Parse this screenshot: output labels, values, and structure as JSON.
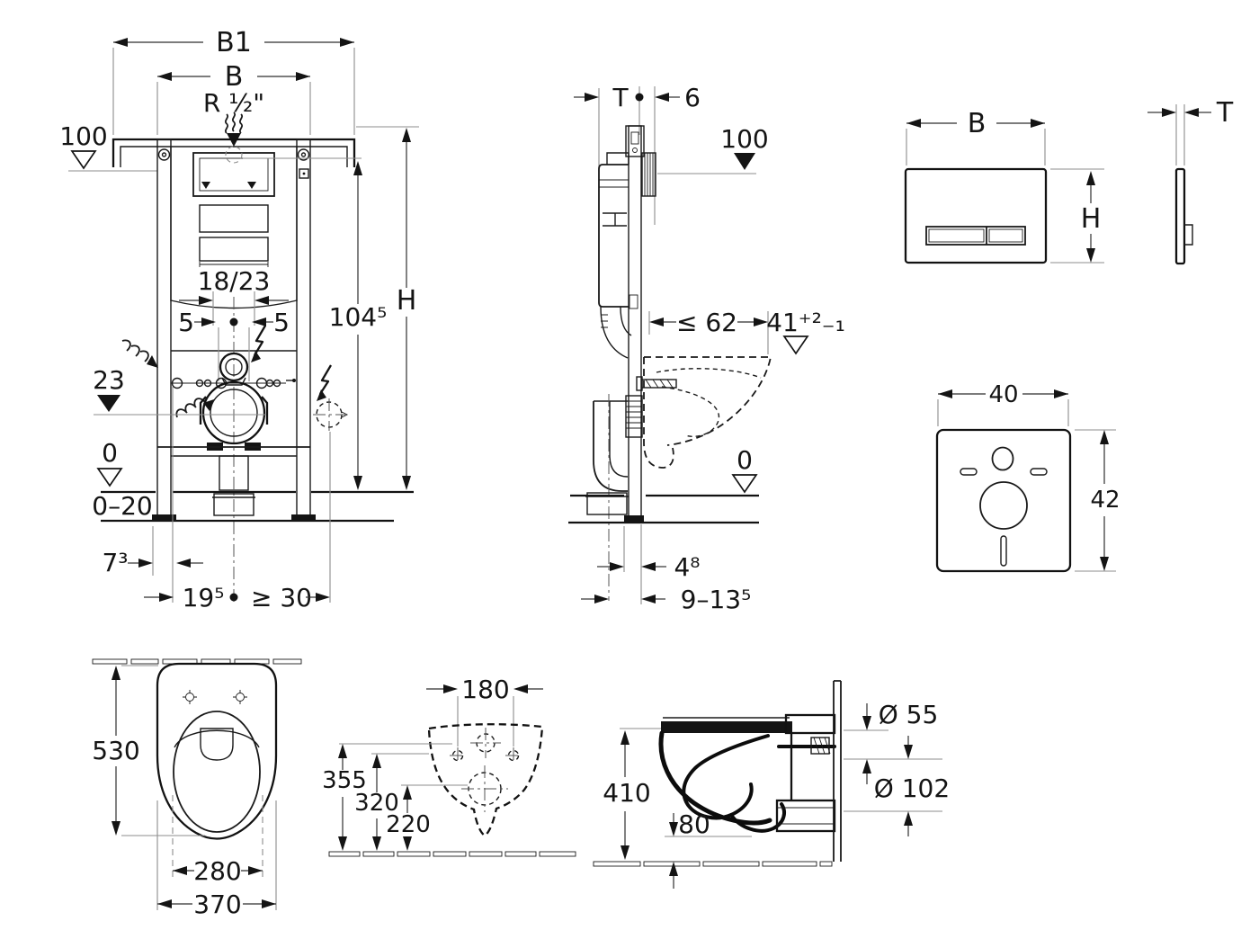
{
  "ff": {
    "b1": "B1",
    "b": "B",
    "r": "R ½\"",
    "h100": "100",
    "bend": "18/23",
    "d5l": "5",
    "d5r": "5",
    "d23": "23",
    "d104": "104⁵",
    "H": "H",
    "zero": "0",
    "range": "0–20",
    "d73": "7³",
    "d195": "19⁵",
    "ge30": "≥ 30"
  },
  "sv": {
    "T": "T",
    "d6": "6",
    "h100": "100",
    "le62": "≤ 62",
    "d41": "41⁺²₋₁",
    "zero": "0",
    "d48": "4⁸",
    "d9135": "9–13⁵"
  },
  "fp": {
    "B": "B",
    "H": "H",
    "T": "T"
  },
  "sp": {
    "w": "40",
    "h": "42"
  },
  "wt": {
    "depth": "530",
    "seat": "280",
    "width": "370"
  },
  "wr": {
    "holes": "180",
    "d355": "355",
    "d320": "320",
    "d220": "220"
  },
  "ws": {
    "height": "410",
    "d80": "80",
    "dia55": "Ø 55",
    "dia102": "Ø 102"
  }
}
